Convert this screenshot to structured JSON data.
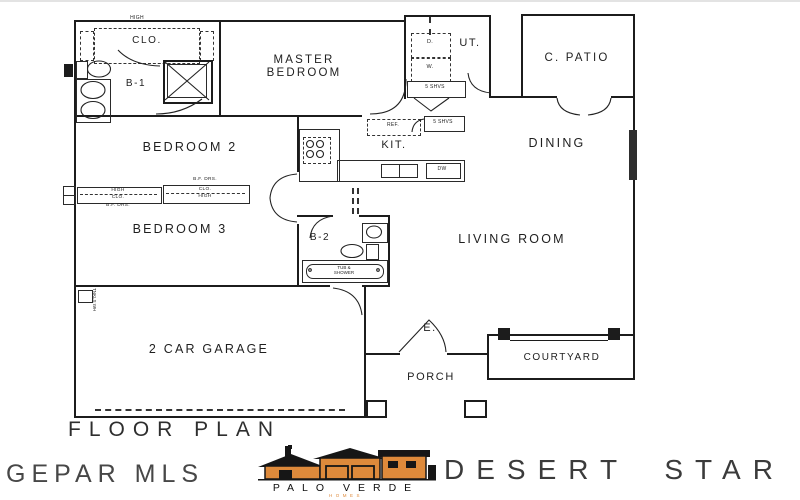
{
  "floor_plan": {
    "title": "FLOOR PLAN",
    "rooms": {
      "master_closet": "CLO.",
      "bath1": "B-1",
      "master_bedroom": "MASTER BEDROOM",
      "utility": "UT.",
      "covered_patio": "C. PATIO",
      "kitchen": "KIT.",
      "dining": "DINING",
      "bedroom2": "BEDROOM 2",
      "bedroom3": "BEDROOM 3",
      "bath2": "B-2",
      "living_room": "LIVING ROOM",
      "garage": "2 CAR GARAGE",
      "entry": "E.",
      "porch": "PORCH",
      "courtyard": "COURTYARD"
    },
    "labels": {
      "high": "HIGH",
      "closet": "CLO.",
      "bifold_doors": "B.F. DRS.",
      "dryer": "D.",
      "washer": "W.",
      "shelves": "5 SHVS",
      "refrigerator": "REF.",
      "dishwasher": "DW",
      "tub_shower": "TUB & SHOWER",
      "tankless_water_heater": "TNKLS WH"
    }
  },
  "footer": {
    "mls_text": "GEPAR MLS",
    "builder_name": "PALO VERDE",
    "builder_tagline": "HOMES",
    "plan_name": "DESERT STAR"
  },
  "colors": {
    "brand_orange": "#DE8A3B",
    "linework": "#1c1c1c"
  }
}
